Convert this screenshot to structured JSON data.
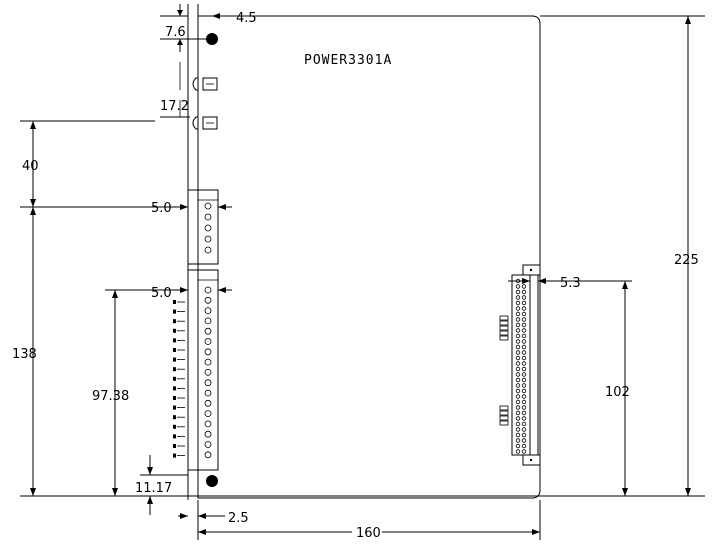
{
  "board_title": "POWER3301A",
  "dimensions": {
    "d_4_5": "4.5",
    "d_7_6": "7.6",
    "d_17_2": "17.2",
    "d_40": "40",
    "d_5_0_upper": "5.0",
    "d_5_0_lower": "5.0",
    "d_138": "138",
    "d_97_38": "97.38",
    "d_11_17": "11.17",
    "d_2_5": "2.5",
    "d_160": "160",
    "d_5_3": "5.3",
    "d_102": "102",
    "d_225": "225"
  },
  "colors": {
    "line": "#000000",
    "background": "#ffffff"
  }
}
